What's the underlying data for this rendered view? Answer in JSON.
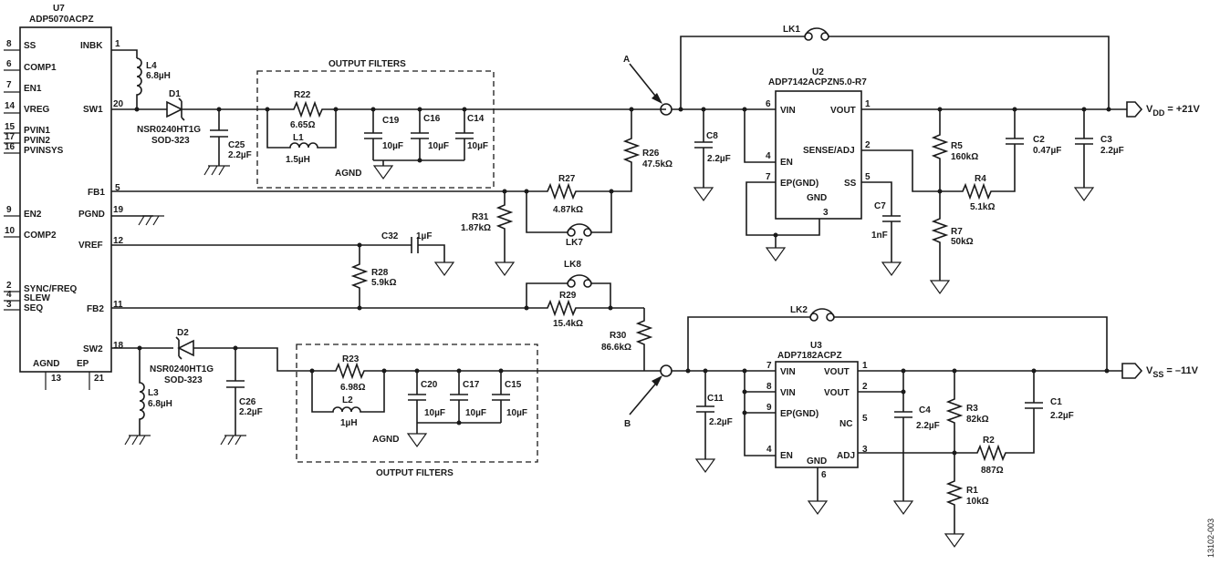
{
  "u7": {
    "ref": "U7",
    "part": "ADP5070ACPZ",
    "pins": [
      {
        "num": "8",
        "name": "SS"
      },
      {
        "num": "6",
        "name": "COMP1"
      },
      {
        "num": "7",
        "name": "EN1"
      },
      {
        "num": "14",
        "name": "VREG"
      },
      {
        "num": "15",
        "name": "PVIN1"
      },
      {
        "num": "17",
        "name": "PVIN2"
      },
      {
        "num": "16",
        "name": "PVINSYS"
      },
      {
        "num": "9",
        "name": "EN2"
      },
      {
        "num": "10",
        "name": "COMP2"
      },
      {
        "num": "2",
        "name": "SYNC/FREQ"
      },
      {
        "num": "4",
        "name": "SLEW"
      },
      {
        "num": "3",
        "name": "SEQ"
      }
    ],
    "right_pins": [
      {
        "num": "1",
        "name": "INBK"
      },
      {
        "num": "20",
        "name": "SW1"
      },
      {
        "num": "5",
        "name": "FB1"
      },
      {
        "num": "19",
        "name": "PGND"
      },
      {
        "num": "12",
        "name": "VREF"
      },
      {
        "num": "11",
        "name": "FB2"
      },
      {
        "num": "18",
        "name": "SW2"
      }
    ],
    "bottom_pins": [
      {
        "num": "13",
        "name": "AGND"
      },
      {
        "num": "21",
        "name": "EP"
      }
    ]
  },
  "u2": {
    "ref": "U2",
    "part": "ADP7142ACPZN5.0-R7",
    "left_pins": [
      {
        "num": "6",
        "name": "VIN"
      },
      {
        "num": "4",
        "name": "EN"
      },
      {
        "num": "7",
        "name": "EP(GND)"
      }
    ],
    "right_pins": [
      {
        "num": "1",
        "name": "VOUT"
      },
      {
        "num": "2",
        "name": "SENSE/ADJ"
      },
      {
        "num": "5",
        "name": "SS"
      }
    ],
    "gnd": {
      "num": "3",
      "name": "GND"
    }
  },
  "u3": {
    "ref": "U3",
    "part": "ADP7182ACPZ",
    "left_pins": [
      {
        "num": "7",
        "name": "VIN"
      },
      {
        "num": "8",
        "name": "VIN"
      },
      {
        "num": "9",
        "name": "EP(GND)"
      },
      {
        "num": "4",
        "name": "EN"
      }
    ],
    "right_pins": [
      {
        "num": "1",
        "name": "VOUT"
      },
      {
        "num": "2",
        "name": "VOUT"
      },
      {
        "num": "5",
        "name": "NC"
      },
      {
        "num": "3",
        "name": "ADJ"
      }
    ],
    "gnd": {
      "num": "6",
      "name": "GND"
    }
  },
  "components": {
    "l4": {
      "ref": "L4",
      "value": "6.8µH"
    },
    "d1": {
      "ref": "D1",
      "part": "NSR0240HT1G",
      "pkg": "SOD-323"
    },
    "c25": {
      "ref": "C25",
      "value": "2.2µF"
    },
    "r22": {
      "ref": "R22",
      "value": "6.65Ω"
    },
    "l1": {
      "ref": "L1",
      "value": "1.5µH"
    },
    "c19": {
      "ref": "C19",
      "value": "10µF"
    },
    "c16": {
      "ref": "C16",
      "value": "10µF"
    },
    "c14": {
      "ref": "C14",
      "value": "10µF"
    },
    "r26": {
      "ref": "R26",
      "value": "47.5kΩ"
    },
    "r27": {
      "ref": "R27",
      "value": "4.87kΩ"
    },
    "lk7": {
      "ref": "LK7"
    },
    "r31": {
      "ref": "R31",
      "value": "1.87kΩ"
    },
    "c32": {
      "ref": "C32",
      "value": "1µF"
    },
    "r28": {
      "ref": "R28",
      "value": "5.9kΩ"
    },
    "lk8": {
      "ref": "LK8"
    },
    "r29": {
      "ref": "R29",
      "value": "15.4kΩ"
    },
    "r30": {
      "ref": "R30",
      "value": "86.6kΩ"
    },
    "d2": {
      "ref": "D2",
      "part": "NSR0240HT1G",
      "pkg": "SOD-323"
    },
    "l3": {
      "ref": "L3",
      "value": "6.8µH"
    },
    "c26": {
      "ref": "C26",
      "value": "2.2µF"
    },
    "r23": {
      "ref": "R23",
      "value": "6.98Ω"
    },
    "l2": {
      "ref": "L2",
      "value": "1µH"
    },
    "c20": {
      "ref": "C20",
      "value": "10µF"
    },
    "c17": {
      "ref": "C17",
      "value": "10µF"
    },
    "c15": {
      "ref": "C15",
      "value": "10µF"
    },
    "lk1": {
      "ref": "LK1"
    },
    "lk2": {
      "ref": "LK2"
    },
    "c8": {
      "ref": "C8",
      "value": "2.2µF"
    },
    "c7": {
      "ref": "C7",
      "value": "1nF"
    },
    "r5": {
      "ref": "R5",
      "value": "160kΩ"
    },
    "r4": {
      "ref": "R4",
      "value": "5.1kΩ"
    },
    "r7": {
      "ref": "R7",
      "value": "50kΩ"
    },
    "c2": {
      "ref": "C2",
      "value": "0.47µF"
    },
    "c3": {
      "ref": "C3",
      "value": "2.2µF"
    },
    "c11": {
      "ref": "C11",
      "value": "2.2µF"
    },
    "c4": {
      "ref": "C4",
      "value": "2.2µF"
    },
    "r3": {
      "ref": "R3",
      "value": "82kΩ"
    },
    "r2": {
      "ref": "R2",
      "value": "887Ω"
    },
    "r1": {
      "ref": "R1",
      "value": "10kΩ"
    },
    "c1": {
      "ref": "C1",
      "value": "2.2µF"
    }
  },
  "labels": {
    "output_filters_top": "OUTPUT FILTERS",
    "output_filters_bottom": "OUTPUT FILTERS",
    "agnd1": "AGND",
    "agnd2": "AGND",
    "node_a": "A",
    "node_b": "B",
    "vdd_main": "V",
    "vdd_sub": "DD",
    "vdd_rest": " = +21V",
    "vss_main": "V",
    "vss_sub": "SS",
    "vss_rest": " = –11V",
    "figure_id": "13102-003"
  }
}
